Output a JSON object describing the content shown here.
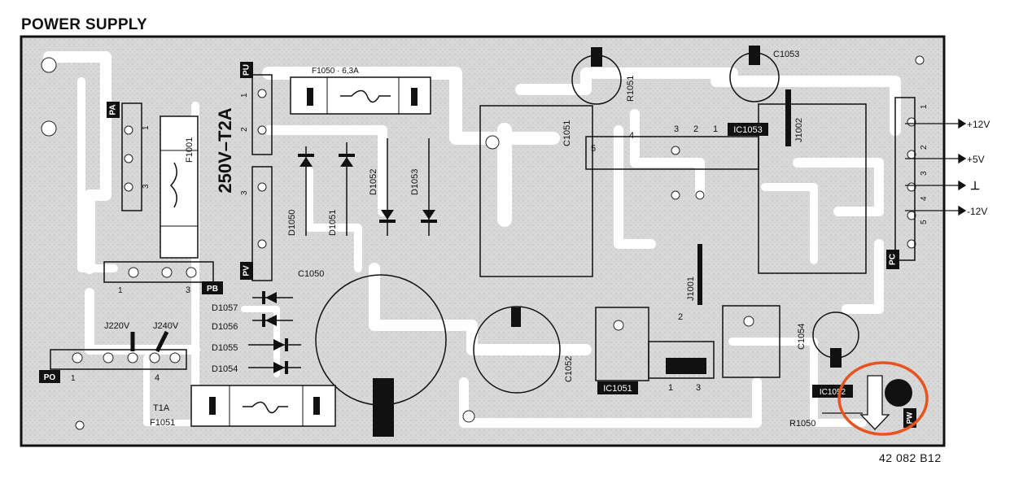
{
  "heading": "POWER SUPPLY",
  "reference": "42 082 B12",
  "fuse_rating": "250V–T2A",
  "connectors": {
    "pa": {
      "tag": "PA",
      "pins": [
        "1",
        "3"
      ]
    },
    "pu": {
      "tag": "PU",
      "pins": [
        "1",
        "2",
        "3"
      ]
    },
    "pv": {
      "tag": "PV"
    },
    "pb": {
      "tag": "PB",
      "pins": [
        "1",
        "3"
      ]
    },
    "po": {
      "tag": "PO",
      "pins": [
        "1",
        "4"
      ]
    },
    "pc": {
      "tag": "PC",
      "pins": [
        "1",
        "2",
        "3",
        "4",
        "5"
      ]
    },
    "pw": {
      "tag": "PW"
    }
  },
  "components": {
    "f1050": "F1050 · 6,3A",
    "f1001": "F1001",
    "f1051": "F1051",
    "t1a": "T1A",
    "c1050": "C1050",
    "c1051": "C1051",
    "c1052": "C1052",
    "c1053": "C1053",
    "c1054": "C1054",
    "d1050": "D1050",
    "d1051": "D1051",
    "d1052": "D1052",
    "d1053": "D1053",
    "d1054": "D1054",
    "d1055": "D1055",
    "d1056": "D1056",
    "d1057": "D1057",
    "r1050": "R1050",
    "r1051": "R1051",
    "j1001": "J1001",
    "j1002": "J1002",
    "j220v": "J220V",
    "j240v": "J240V",
    "ic1051": "IC1051",
    "ic1052": "IC1052",
    "ic1053": "IC1053"
  },
  "ic_pins": {
    "ic1053": [
      "4",
      "5",
      "3",
      "2",
      "1"
    ],
    "ic1051": [
      "2",
      "1",
      "3"
    ]
  },
  "outputs": [
    {
      "pin": "1",
      "label": "+12V"
    },
    {
      "pin": "2",
      "label": "+5V"
    },
    {
      "pin": "3",
      "label": "⊥"
    },
    {
      "pin": "4",
      "label": "-12V"
    }
  ],
  "highlight_color": "#e8541e",
  "ink_color": "#111111",
  "board_color": "#d9d9d9"
}
